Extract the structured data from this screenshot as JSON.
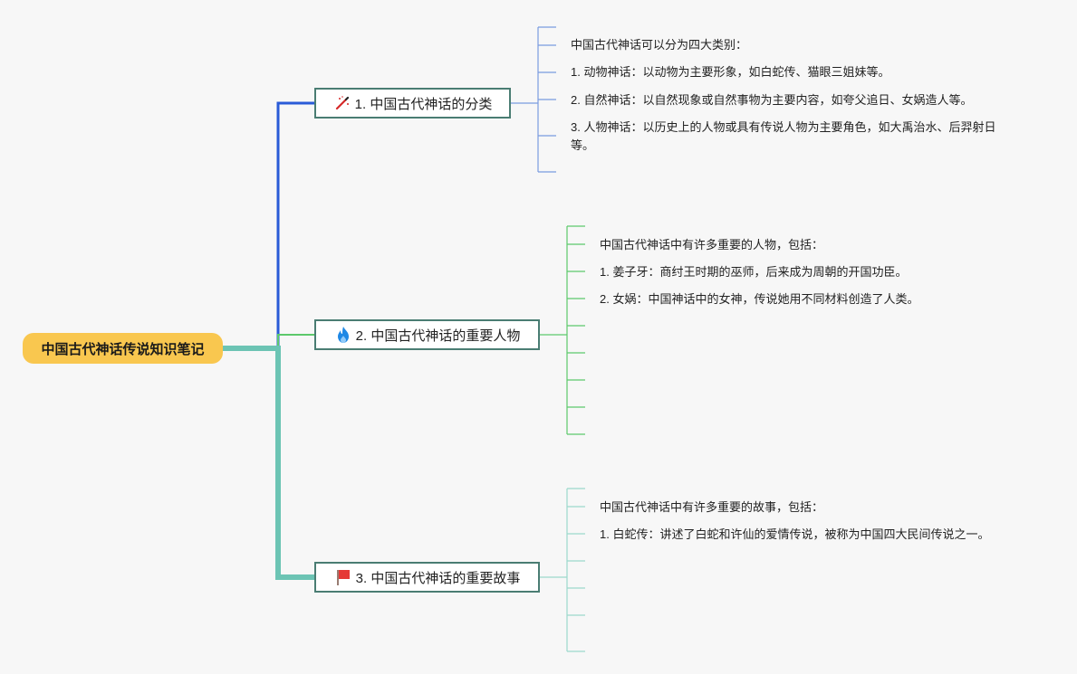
{
  "root": {
    "title": "中国古代神话传说知识笔记"
  },
  "branches": [
    {
      "title": "1. 中国古代神话的分类",
      "icon": "magic-wand-icon",
      "color": "#2a5bd7",
      "items": [
        "中国古代神话可以分为四大类别：",
        "1. 动物神话：以动物为主要形象，如白蛇传、猫眼三姐妹等。",
        "2. 自然神话：以自然现象或自然事物为主要内容，如夸父追日、女娲造人等。",
        "3. 人物神话：以历史上的人物或具有传说人物为主要角色，如大禹治水、后羿射日等。"
      ]
    },
    {
      "title": "2. 中国古代神话的重要人物",
      "icon": "fire-icon",
      "color": "#5cc96b",
      "items": [
        "中国古代神话中有许多重要的人物，包括：",
        "1. 姜子牙：商纣王时期的巫师，后来成为周朝的开国功臣。",
        "2. 女娲：中国神话中的女神，传说她用不同材料创造了人类。"
      ]
    },
    {
      "title": "3. 中国古代神话的重要故事",
      "icon": "red-flag-icon",
      "color": "#6cc4b4",
      "items": [
        "中国古代神话中有许多重要的故事，包括：",
        "1. 白蛇传：讲述了白蛇和许仙的爱情传说，被称为中国四大民间传说之一。"
      ]
    }
  ]
}
